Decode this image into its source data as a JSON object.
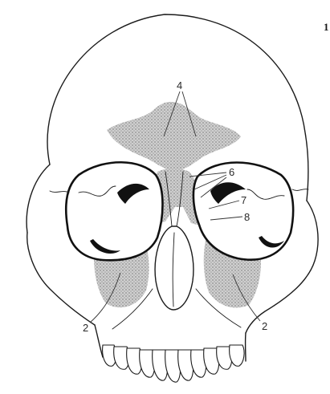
{
  "figure": {
    "corner_mark": "1",
    "labels": {
      "frontal_sinus": "4",
      "ethmoid_upper": "6",
      "ethmoid_middle": "7",
      "ethmoid_lower": "8",
      "maxillary_left": "2",
      "maxillary_right": "2"
    },
    "colors": {
      "line": "#1b1b1b",
      "sinus_stipple": "#9a9a9a",
      "background": "#ffffff"
    }
  }
}
